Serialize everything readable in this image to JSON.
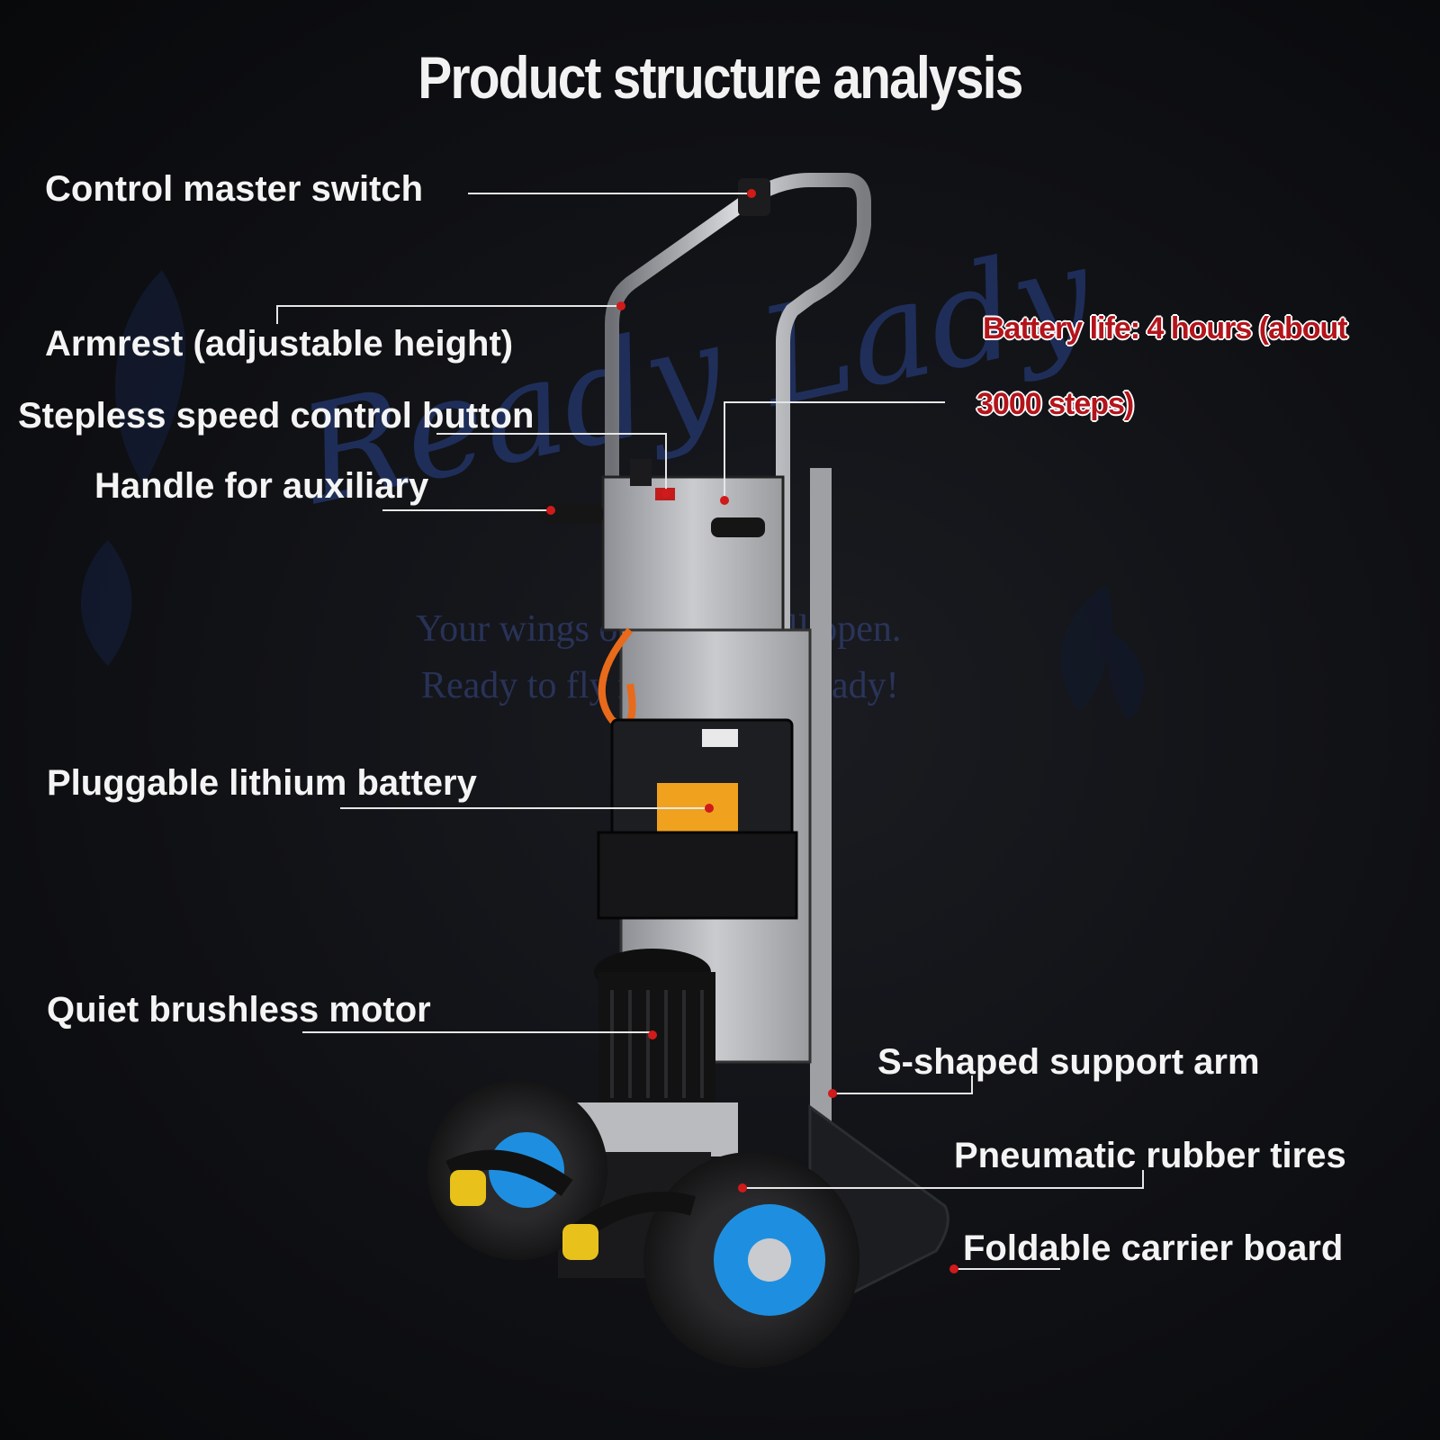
{
  "title": "Product structure analysis",
  "labels": {
    "master_switch": "Control master switch",
    "armrest": "Armrest (adjustable height)",
    "speed_button": "Stepless speed control button",
    "aux_handle": "Handle for auxiliary",
    "battery": "Pluggable lithium battery",
    "motor": "Quiet brushless motor",
    "support_arm": "S-shaped support arm",
    "tires": "Pneumatic rubber tires",
    "carrier_board": "Foldable carrier board"
  },
  "battery_note": {
    "line1": "Battery life: 4 hours (about",
    "line2": "3000 steps)"
  },
  "watermark": {
    "script": "Ready Lady",
    "line1": "Your wings of beauty will open.",
    "line2": "Ready to fly ready to be a lady!"
  },
  "colors": {
    "background": "#0c0d10",
    "label_text": "#f4f4f4",
    "note_text": "#b3141b",
    "leader_line": "#e6e6e6",
    "marker_dot": "#d11a1a",
    "rim_blue": "#1e8fe0",
    "wheel_yellow": "#e8c21a"
  }
}
